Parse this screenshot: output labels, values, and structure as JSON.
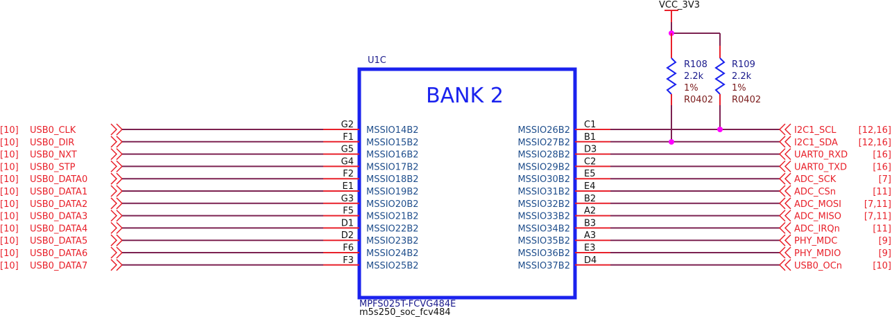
{
  "component": {
    "designator": "U1C",
    "bank_label": "BANK 2",
    "part_number": "MPFS025T-FCVG484E",
    "footprint": "m5s250_soc_fcv484",
    "colors": {
      "body_outline": "#1a22ee",
      "pin_stub": "#e8202a",
      "wire": "#7b2150",
      "junction": "#ff00ff",
      "net_label": "#e8202a",
      "pin_name": "#1f4e8c"
    }
  },
  "left_pins": [
    {
      "net": "USB0_CLK",
      "sheet_ref": "[10]",
      "pin_number": "G2",
      "pin_name": "MSSIO14B2"
    },
    {
      "net": "USB0_DIR",
      "sheet_ref": "[10]",
      "pin_number": "F1",
      "pin_name": "MSSIO15B2"
    },
    {
      "net": "USB0_NXT",
      "sheet_ref": "[10]",
      "pin_number": "G5",
      "pin_name": "MSSIO16B2"
    },
    {
      "net": "USB0_STP",
      "sheet_ref": "[10]",
      "pin_number": "G4",
      "pin_name": "MSSIO17B2"
    },
    {
      "net": "USB0_DATA0",
      "sheet_ref": "[10]",
      "pin_number": "F2",
      "pin_name": "MSSIO18B2"
    },
    {
      "net": "USB0_DATA1",
      "sheet_ref": "[10]",
      "pin_number": "E1",
      "pin_name": "MSSIO19B2"
    },
    {
      "net": "USB0_DATA2",
      "sheet_ref": "[10]",
      "pin_number": "G3",
      "pin_name": "MSSIO20B2"
    },
    {
      "net": "USB0_DATA3",
      "sheet_ref": "[10]",
      "pin_number": "F5",
      "pin_name": "MSSIO21B2"
    },
    {
      "net": "USB0_DATA4",
      "sheet_ref": "[10]",
      "pin_number": "D1",
      "pin_name": "MSSIO22B2"
    },
    {
      "net": "USB0_DATA5",
      "sheet_ref": "[10]",
      "pin_number": "D2",
      "pin_name": "MSSIO23B2"
    },
    {
      "net": "USB0_DATA6",
      "sheet_ref": "[10]",
      "pin_number": "F6",
      "pin_name": "MSSIO24B2"
    },
    {
      "net": "USB0_DATA7",
      "sheet_ref": "[10]",
      "pin_number": "F3",
      "pin_name": "MSSIO25B2"
    }
  ],
  "right_pins": [
    {
      "net": "I2C1_SCL",
      "sheet_ref": "[12,16]",
      "pin_number": "C1",
      "pin_name": "MSSIO26B2"
    },
    {
      "net": "I2C1_SDA",
      "sheet_ref": "[12,16]",
      "pin_number": "B1",
      "pin_name": "MSSIO27B2"
    },
    {
      "net": "UART0_RXD",
      "sheet_ref": "[16]",
      "pin_number": "D3",
      "pin_name": "MSSIO28B2"
    },
    {
      "net": "UART0_TXD",
      "sheet_ref": "[16]",
      "pin_number": "C2",
      "pin_name": "MSSIO29B2"
    },
    {
      "net": "ADC_SCK",
      "sheet_ref": "[7]",
      "pin_number": "E5",
      "pin_name": "MSSIO30B2"
    },
    {
      "net": "ADC_CSn",
      "sheet_ref": "[11]",
      "pin_number": "E4",
      "pin_name": "MSSIO31B2"
    },
    {
      "net": "ADC_MOSI",
      "sheet_ref": "[7,11]",
      "pin_number": "B2",
      "pin_name": "MSSIO32B2"
    },
    {
      "net": "ADC_MISO",
      "sheet_ref": "[7,11]",
      "pin_number": "A2",
      "pin_name": "MSSIO33B2"
    },
    {
      "net": "ADC_IRQn",
      "sheet_ref": "[11]",
      "pin_number": "B3",
      "pin_name": "MSSIO34B2"
    },
    {
      "net": "PHY_MDC",
      "sheet_ref": "[9]",
      "pin_number": "A3",
      "pin_name": "MSSIO35B2"
    },
    {
      "net": "PHY_MDIO",
      "sheet_ref": "[9]",
      "pin_number": "E3",
      "pin_name": "MSSIO36B2"
    },
    {
      "net": "USB0_OCn",
      "sheet_ref": "[10]",
      "pin_number": "D4",
      "pin_name": "MSSIO37B2"
    }
  ],
  "power": {
    "net": "VCC_3V3"
  },
  "resistors": [
    {
      "designator": "R108",
      "value": "2.2k",
      "tolerance": "1%",
      "package": "R0402",
      "connects_to": "I2C1_SDA"
    },
    {
      "designator": "R109",
      "value": "2.2k",
      "tolerance": "1%",
      "package": "R0402",
      "connects_to": "I2C1_SCL"
    }
  ]
}
